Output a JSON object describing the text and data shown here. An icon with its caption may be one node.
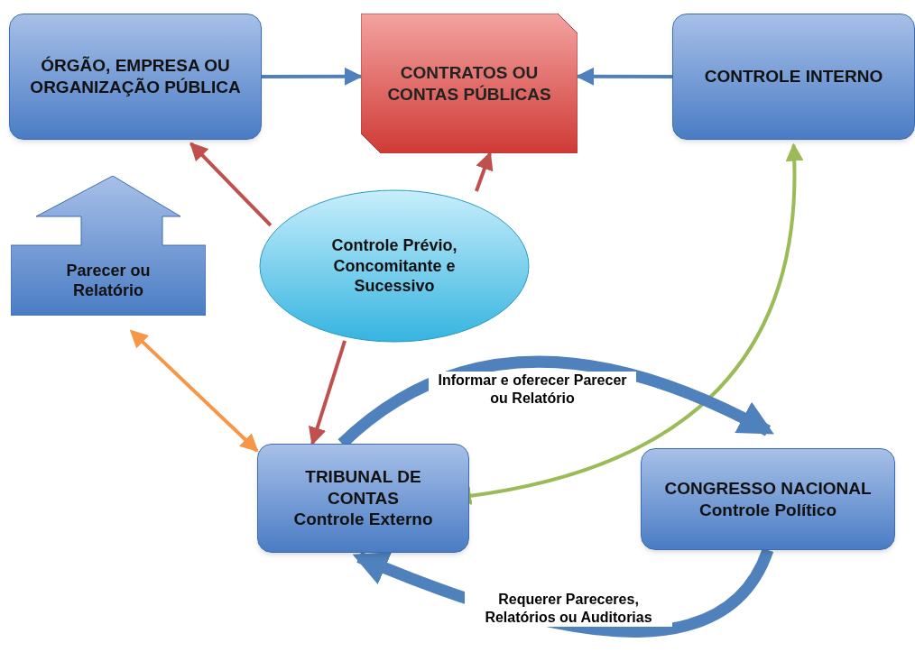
{
  "diagram": {
    "nodes": [
      {
        "text": [
          "ÓRGÃO, EMPRESA OU ORGANIZAÇÃO PÚBLICA"
        ]
      },
      {
        "text": [
          "CONTRATOS OU CONTAS PÚBLICAS"
        ]
      },
      {
        "text": [
          "CONTROLE INTERNO"
        ]
      },
      {
        "text": [
          "Controle Prévio, Concomitante e Sucessivo"
        ]
      },
      {
        "text": [
          "Parecer ou Relatório"
        ]
      },
      {
        "text": [
          "TRIBUNAL DE CONTAS",
          "Controle Externo"
        ]
      },
      {
        "text": [
          "CONGRESSO NACIONAL",
          "Controle Político"
        ]
      }
    ],
    "edges": [
      {
        "from": 0,
        "to": 1,
        "arrow": "to",
        "color": "#4f81bd"
      },
      {
        "from": 2,
        "to": 1,
        "arrow": "to",
        "color": "#4f81bd"
      },
      {
        "from": 3,
        "to": 0,
        "arrow": "to",
        "color": "#c0504d"
      },
      {
        "from": 3,
        "to": 1,
        "arrow": "to",
        "color": "#c0504d"
      },
      {
        "from": 3,
        "to": 5,
        "arrow": "to",
        "color": "#c0504d"
      },
      {
        "from": 4,
        "to": 5,
        "arrow": "both",
        "color": "#f79646"
      },
      {
        "from": 5,
        "to": 2,
        "arrow": "both",
        "color": "#9bbb59"
      },
      {
        "from": 5,
        "to": 6,
        "arrow": "to",
        "label": "Informar e oferecer Parecer ou Relatório",
        "style": "thick",
        "color": "#4f81bd"
      },
      {
        "from": 6,
        "to": 5,
        "arrow": "to",
        "label": "Requerer Pareceres, Relatórios ou Auditorias",
        "style": "thick",
        "color": "#4f81bd"
      }
    ]
  }
}
